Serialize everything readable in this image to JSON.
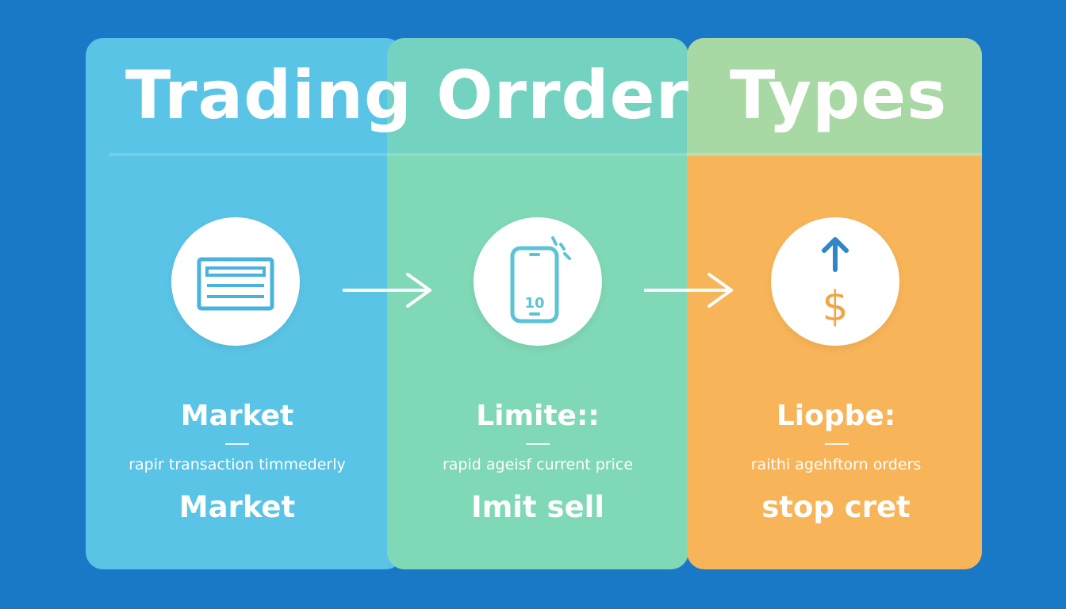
{
  "title": {
    "part1": "Trading Orrder",
    "part2": "Types"
  },
  "columns": [
    {
      "heading": "Market",
      "description": "rapir transaction timmederly",
      "action": "Market"
    },
    {
      "heading": "Limite::",
      "description": "rapid ageisf current price",
      "action": "Imit sell",
      "icon_text": "10"
    },
    {
      "heading": "Liopbe:",
      "description": "raithi agehftorn orders",
      "action": "stop cret",
      "icon_text": "$"
    }
  ],
  "icons": [
    "list-card-icon",
    "phone-icon",
    "dollar-up-icon"
  ],
  "colors": {
    "background": "#1a79c6",
    "panel_market": "#5ac4e6",
    "panel_limit": "#7fd8b6",
    "panel_stop": "#f8b458",
    "icon_blue": "#4ab3dd",
    "icon_teal": "#5cc3d6",
    "icon_orange": "#f0a648"
  }
}
